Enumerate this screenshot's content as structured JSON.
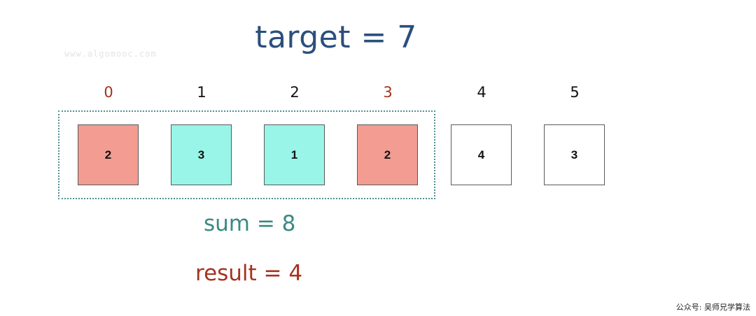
{
  "title": "target = 7",
  "watermark": "www.algomooc.com",
  "indices": [
    "0",
    "1",
    "2",
    "3",
    "4",
    "5"
  ],
  "cells": [
    "2",
    "3",
    "1",
    "2",
    "4",
    "3"
  ],
  "sum_label": "sum = 8",
  "result_label": "result = 4",
  "footer": "公众号: 吴师兄学算法",
  "colors": {
    "title": "#2a4f7c",
    "window_edge": "#f29c92",
    "window_inner": "#98f5e8",
    "default_cell": "#ffffff",
    "edge_index": "#a6321f",
    "sum": "#3a8a83",
    "result": "#a6321f"
  }
}
